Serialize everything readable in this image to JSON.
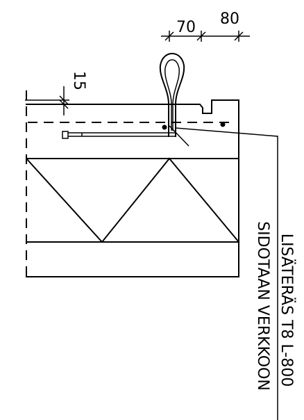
{
  "dimensions": {
    "top_left": "70",
    "top_right": "80",
    "side": "15"
  },
  "notes": {
    "line1": "LISÄTERÄS T8 L-800",
    "line2": "SIDOTAAN VERKKOON"
  }
}
